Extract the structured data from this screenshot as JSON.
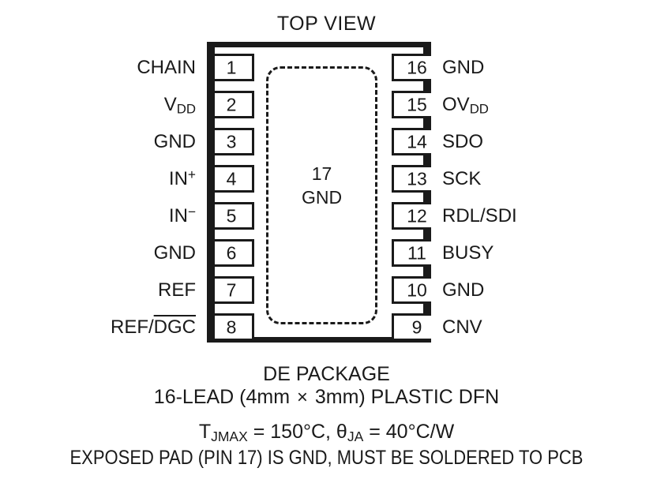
{
  "title": "TOP VIEW",
  "package": {
    "exposed_pad": {
      "pin_number": "17",
      "name": "GND"
    },
    "left_pins": [
      {
        "number": "1",
        "label_html": "CHAIN"
      },
      {
        "number": "2",
        "label_html": "V<sub>DD</sub>"
      },
      {
        "number": "3",
        "label_html": "GND"
      },
      {
        "number": "4",
        "label_html": "IN<sup>+</sup>"
      },
      {
        "number": "5",
        "label_html": "IN<sup>−</sup>"
      },
      {
        "number": "6",
        "label_html": "GND"
      },
      {
        "number": "7",
        "label_html": "REF"
      },
      {
        "number": "8",
        "label_html": "REF/<span class=\"ovl\">DGC</span>"
      }
    ],
    "right_pins": [
      {
        "number": "16",
        "label_html": "GND"
      },
      {
        "number": "15",
        "label_html": "OV<sub>DD</sub>"
      },
      {
        "number": "14",
        "label_html": "SDO"
      },
      {
        "number": "13",
        "label_html": "SCK"
      },
      {
        "number": "12",
        "label_html": "RDL/SDI"
      },
      {
        "number": "11",
        "label_html": "BUSY"
      },
      {
        "number": "10",
        "label_html": "GND"
      },
      {
        "number": "9",
        "label_html": "CNV"
      }
    ]
  },
  "caption": {
    "package_name": "DE PACKAGE",
    "lead_desc_html": "16-LEAD (4mm <span class=\"times\">×</span> 3mm) PLASTIC DFN",
    "thermal_html": "T<sub>JMAX</sub> = 150°C, θ<sub>JA</sub> = 40°C/W",
    "exposed_pad_note": "EXPOSED PAD (PIN 17) IS GND, MUST BE SOLDERED TO PCB"
  },
  "colors": {
    "ink": "#1a1a1a",
    "background": "#ffffff"
  }
}
